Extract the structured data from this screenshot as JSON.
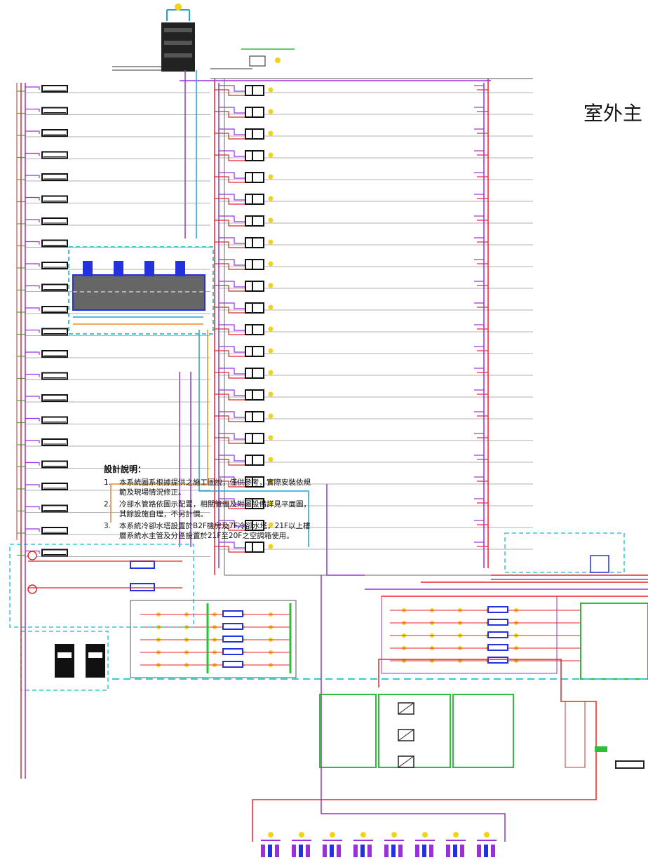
{
  "title": "室外主",
  "notes": {
    "heading": "設計說明：",
    "items": [
      {
        "num": "1.",
        "text": "本系統圖系根據提供之施工圖說，僅供參考，實際安裝依規範及現場情況修正。"
      },
      {
        "num": "2.",
        "text": "冷卻水管路依圖示配置，相關管徑及附屬設備詳見平面圖，其餘設施自理，不另計價。"
      },
      {
        "num": "3.",
        "text": "本系統冷卻水塔設置於B2F機房及7F冷卻水塔，21F以上樓層系統水主管及分區設置於21F至20F之空調箱使用。"
      }
    ]
  },
  "colors": {
    "supply": "#e8232a",
    "return": "#9b30d9",
    "condenser": "#1fa3d6",
    "condenser_return": "#f08a1c",
    "dashed": "#39c6d6",
    "green": "#2bbf3a",
    "yellow": "#f2d21a",
    "blue": "#2233dd"
  }
}
